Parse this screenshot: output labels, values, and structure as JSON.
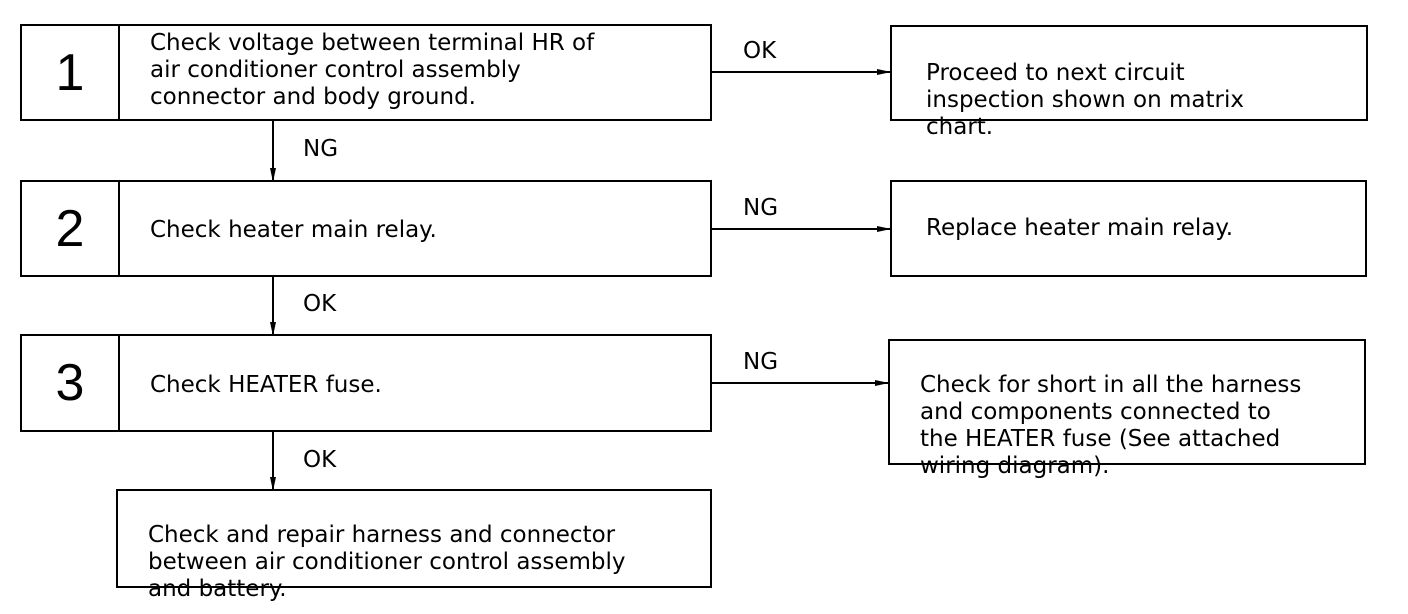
{
  "steps": [
    {
      "number": "1",
      "text": "Check voltage between terminal HR of\nair conditioner control assembly\nconnector and body ground."
    },
    {
      "number": "2",
      "text": "Check heater main relay."
    },
    {
      "number": "3",
      "text": "Check HEATER fuse."
    }
  ],
  "results": [
    {
      "text": "Proceed to next circuit\ninspection shown on matrix\nchart."
    },
    {
      "text": "Replace heater main relay."
    },
    {
      "text": "Check for short in all the harness\nand components connected to\nthe HEATER fuse (See attached\nwiring diagram)."
    }
  ],
  "final": {
    "text": "Check and repair harness and connector\nbetween air conditioner control assembly\nand battery."
  },
  "labels": {
    "s1_right": "OK",
    "s1_down": "NG",
    "s2_right": "NG",
    "s2_down": "OK",
    "s3_right": "NG",
    "s3_down": "OK"
  }
}
